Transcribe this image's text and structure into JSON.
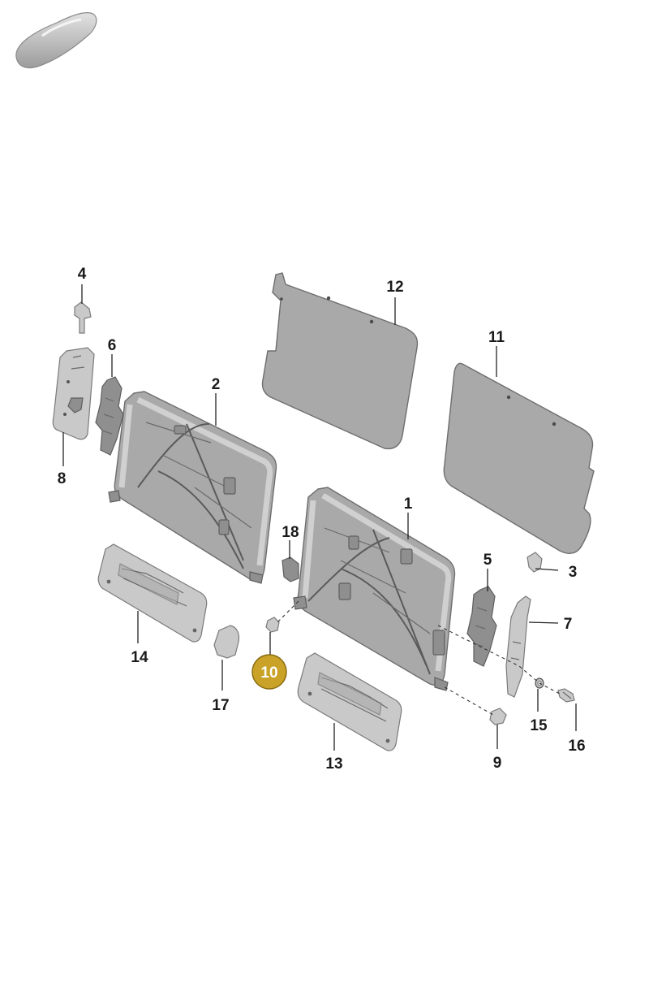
{
  "diagram": {
    "callouts": {
      "c1": "1",
      "c2": "2",
      "c3": "3",
      "c4": "4",
      "c5": "5",
      "c6": "6",
      "c7": "7",
      "c8": "8",
      "c9": "9",
      "c10": "10",
      "c11": "11",
      "c12": "12",
      "c13": "13",
      "c14": "14",
      "c15": "15",
      "c16": "16",
      "c17": "17",
      "c18": "18"
    },
    "highlighted_callout": "10",
    "colors": {
      "part_fill": "#a9a9a9",
      "part_stroke": "#6e6e6e",
      "highlight_badge": "#c9a227",
      "background": "#ffffff"
    },
    "icons": [
      "car-silhouette-icon"
    ]
  }
}
